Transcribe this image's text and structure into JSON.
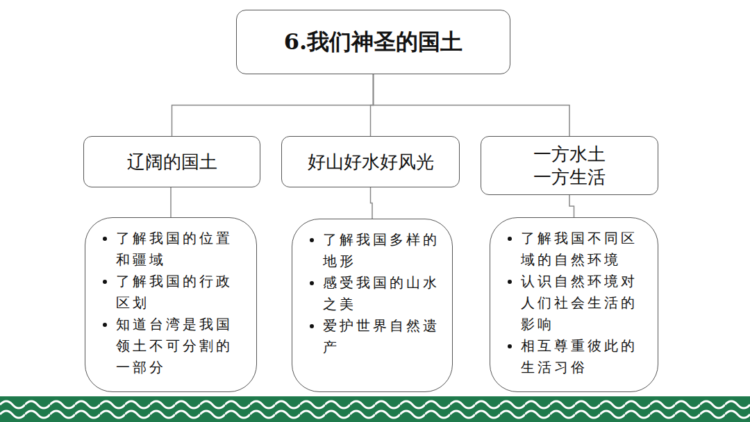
{
  "diagram": {
    "nodes": [
      {
        "text": [
          "6.我们神圣的国土"
        ]
      },
      {
        "text": [
          "辽阔的国土"
        ]
      },
      {
        "text": [
          "好山好水好风光"
        ]
      },
      {
        "text": [
          "一方水土 一方生活"
        ]
      },
      {
        "text": [
          "了解我国的位置和疆域",
          "了解我国的行政区划",
          "知道台湾是我国领土不可分割的一部分"
        ]
      },
      {
        "text": [
          "了解我国多样的地形",
          "感受我国的山水之美",
          "爱护世界自然遗产"
        ]
      },
      {
        "text": [
          "了解我国不同区域的自然环境",
          "认识自然环境对人们社会生活的影响",
          "相互尊重彼此的生活习俗"
        ]
      }
    ],
    "edges": [
      {
        "from": 0,
        "to": 1,
        "arrow": "none"
      },
      {
        "from": 0,
        "to": 2,
        "arrow": "none"
      },
      {
        "from": 0,
        "to": 3,
        "arrow": "none"
      },
      {
        "from": 1,
        "to": 4,
        "arrow": "none"
      },
      {
        "from": 2,
        "to": 5,
        "arrow": "none"
      },
      {
        "from": 3,
        "to": 6,
        "arrow": "none"
      }
    ]
  }
}
